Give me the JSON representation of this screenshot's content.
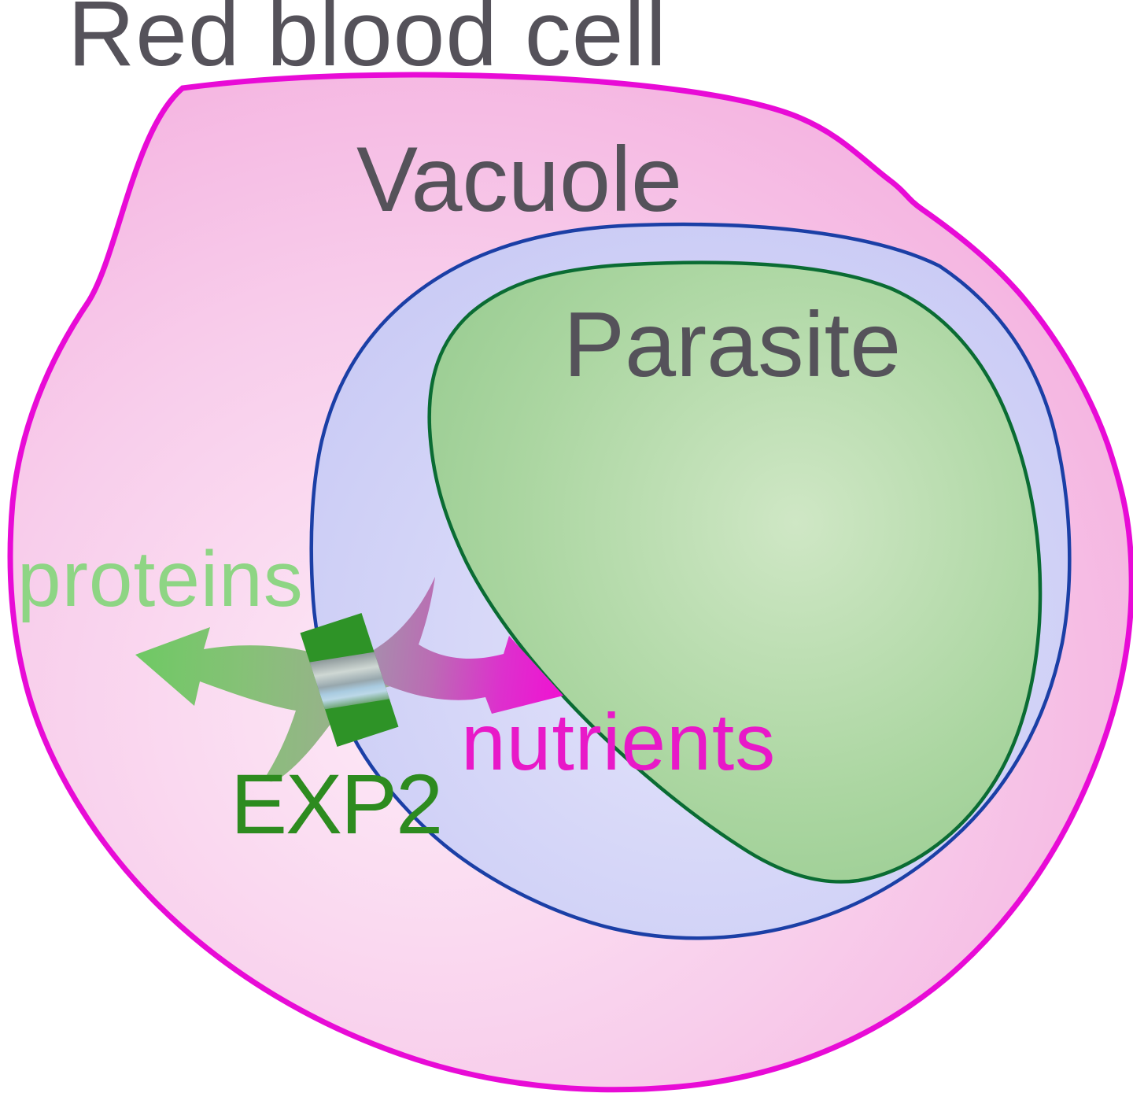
{
  "diagram": {
    "background": "#ffffff",
    "labels": {
      "cell": {
        "text": "Red blood cell",
        "color": "#55525a"
      },
      "vacuole": {
        "text": "Vacuole",
        "color": "#55525a"
      },
      "parasite": {
        "text": "Parasite",
        "color": "#55525a"
      },
      "proteins": {
        "text": "proteins",
        "color": "#8ed584"
      },
      "nutrients": {
        "text": "nutrients",
        "color": "#e819c8"
      },
      "channel": {
        "text": "EXP2",
        "color": "#2d8b1f"
      }
    },
    "structures": [
      {
        "name": "red-blood-cell",
        "fill_center": "#fdeaf7",
        "fill_edge": "#f3a9dc",
        "border": "#e80bd6"
      },
      {
        "name": "parasitophorous-vacuole",
        "fill_center": "#e4e4fb",
        "fill_edge": "#c7c8f4",
        "border": "#1b3fa6"
      },
      {
        "name": "parasite",
        "fill_center": "#cfe7c5",
        "fill_edge": "#95ca8e",
        "border": "#0a6c33"
      },
      {
        "name": "exp2-channel",
        "fill": "#2e9327",
        "pore": "#aebfc4"
      }
    ],
    "arrows": [
      {
        "name": "protein-export",
        "label": "proteins",
        "head_color": "#6fc964",
        "tail_color": "#a0a49a",
        "direction": "left-out-of-vacuole"
      },
      {
        "name": "nutrient-import",
        "label": "nutrients",
        "head_color": "#f012d2",
        "tail_color": "#a393ab",
        "direction": "right-into-parasite"
      }
    ]
  }
}
